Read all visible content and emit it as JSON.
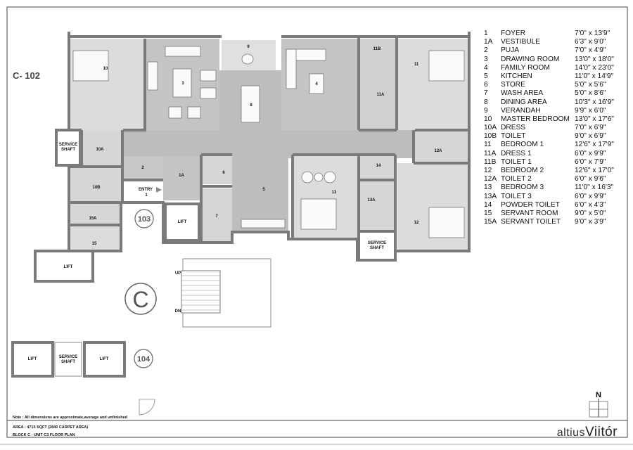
{
  "plan": {
    "unit_label": "C- 102",
    "block_label": "C",
    "unit_103": "103",
    "unit_104": "104",
    "entry_label": "ENTRY",
    "lift_label": "LIFT",
    "service_shaft_line1": "SERVICE",
    "service_shaft_line2": "SHAFT",
    "stair_up": "UP",
    "stair_down": "DN",
    "north": "N",
    "rooms": {
      "r1": "1",
      "r1a": "1A",
      "r2": "2",
      "r3": "3",
      "r4": "4",
      "r5": "5",
      "r6": "6",
      "r7": "7",
      "r8": "8",
      "r9": "9",
      "r10": "10",
      "r10a": "10A",
      "r10b": "10B",
      "r11": "11",
      "r11a": "11A",
      "r11b": "11B",
      "r12": "12",
      "r12a": "12A",
      "r13": "13",
      "r13a": "13A",
      "r14": "14",
      "r15": "15",
      "r15a": "15A"
    }
  },
  "legend": [
    {
      "num": "1",
      "name": "FOYER",
      "size": "7'0\" x 13'9\""
    },
    {
      "num": "1A",
      "name": "VESTIBULE",
      "size": "6'3\" x 9'0\""
    },
    {
      "num": "2",
      "name": "PUJA",
      "size": "7'0\" x 4'9\""
    },
    {
      "num": "3",
      "name": "DRAWING ROOM",
      "size": "13'0\" x 18'0\""
    },
    {
      "num": "4",
      "name": "FAMILY ROOM",
      "size": "14'0\" x 23'0\""
    },
    {
      "num": "5",
      "name": "KITCHEN",
      "size": "11'0\" x 14'9\""
    },
    {
      "num": "6",
      "name": "STORE",
      "size": "5'0\" x 5'6\""
    },
    {
      "num": "7",
      "name": "WASH AREA",
      "size": "5'0\" x 8'6\""
    },
    {
      "num": "8",
      "name": "DINING AREA",
      "size": "10'3\" x 16'9\""
    },
    {
      "num": "9",
      "name": "VERANDAH",
      "size": "9'9\" x 6'0\""
    },
    {
      "num": "10",
      "name": "MASTER BEDROOM",
      "size": "13'0\" x 17'6\""
    },
    {
      "num": "10A",
      "name": "DRESS",
      "size": "7'0\" x 6'9\""
    },
    {
      "num": "10B",
      "name": "TOILET",
      "size": "9'0\" x 6'9\""
    },
    {
      "num": "11",
      "name": "BEDROOM 1",
      "size": "12'6\" x 17'9\""
    },
    {
      "num": "11A",
      "name": "DRESS 1",
      "size": "6'0\" x 9'9\""
    },
    {
      "num": "11B",
      "name": "TOILET 1",
      "size": "6'0\" x 7'9\""
    },
    {
      "num": "12",
      "name": "BEDROOM 2",
      "size": "12'6\" x 17'0\""
    },
    {
      "num": "12A",
      "name": "TOILET 2",
      "size": "6'0\" x 9'6\""
    },
    {
      "num": "13",
      "name": "BEDROOM 3",
      "size": "11'0\" x 16'3\""
    },
    {
      "num": "13A",
      "name": "TOILET 3",
      "size": "6'0\" x 9'9\""
    },
    {
      "num": "14",
      "name": "POWDER TOILET",
      "size": "6'0\" x 4'3\""
    },
    {
      "num": "15",
      "name": "SERVANT ROOM",
      "size": "9'0\" x 5'0\""
    },
    {
      "num": "15A",
      "name": "SERVANT TOILET",
      "size": "9'0\" x 3'9\""
    }
  ],
  "footer": {
    "note": "Note : All dimensions are approximate,average and unfinished",
    "area": "AREA : 4715 SQFT (2840 CARPET AREA)",
    "block": "BLOCK C - UNIT   C3 FLOOR PLAN",
    "logo_light": "altius",
    "logo_bold": "Viitór"
  }
}
